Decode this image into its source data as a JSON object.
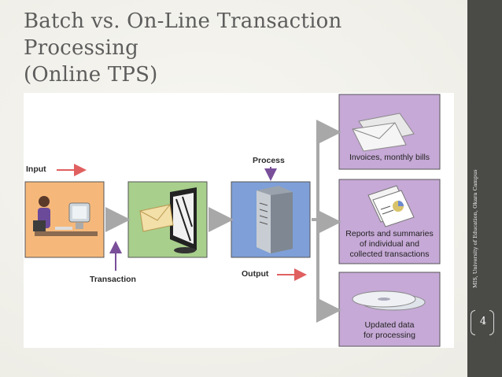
{
  "slide": {
    "title_lines": [
      "Batch vs. On-Line Transaction",
      "Processing",
      "(Online TPS)"
    ],
    "sidebar_text": "MIS, University of Education, Okara Campus",
    "page_number": "4"
  },
  "diagram": {
    "input_label": "Input",
    "process_label": "Process",
    "transaction_label": "Transaction",
    "output_label": "Output",
    "outputs": [
      {
        "label_lines": [
          "Invoices, monthly bills"
        ]
      },
      {
        "label_lines": [
          "Reports and summaries",
          "of individual and",
          "collected transactions"
        ]
      },
      {
        "label_lines": [
          "Updated data",
          "for processing"
        ]
      }
    ],
    "colors": {
      "input_box": "#f6b87a",
      "entry_box": "#a8cf8c",
      "process_box": "#7e9fd8",
      "output_box": "#c6a9d6",
      "red_arrow": "#e06060",
      "purple_arrow": "#7a4f9a",
      "gray_arrow": "#a8a8a8"
    }
  }
}
